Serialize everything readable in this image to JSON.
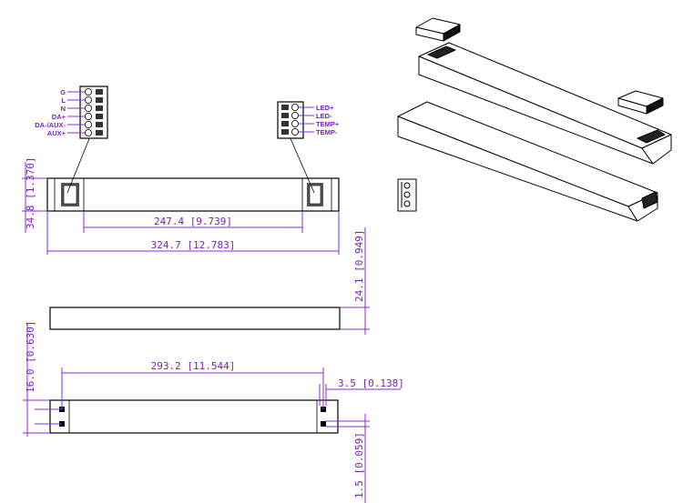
{
  "terminals": {
    "input": [
      "G",
      "L",
      "N",
      "DA+",
      "DA-/AUX-",
      "AUX+"
    ],
    "output": [
      "LED+",
      "LED-",
      "TEMP+",
      "TEMP-"
    ]
  },
  "dimensions": {
    "height": "34.8 [1.370]",
    "inner_length": "247.4 [9.739]",
    "overall_length": "324.7 [12.783]",
    "side_height": "24.1 [0.949]",
    "depth": "16.0 [0.630]",
    "mount_spacing": "293.2 [11.544]",
    "hole_offset": "3.5 [0.138]",
    "hole_edge": "1.5 [0.059]"
  },
  "colors": {
    "dimension": "#8a2be2",
    "outline": "#000000"
  }
}
